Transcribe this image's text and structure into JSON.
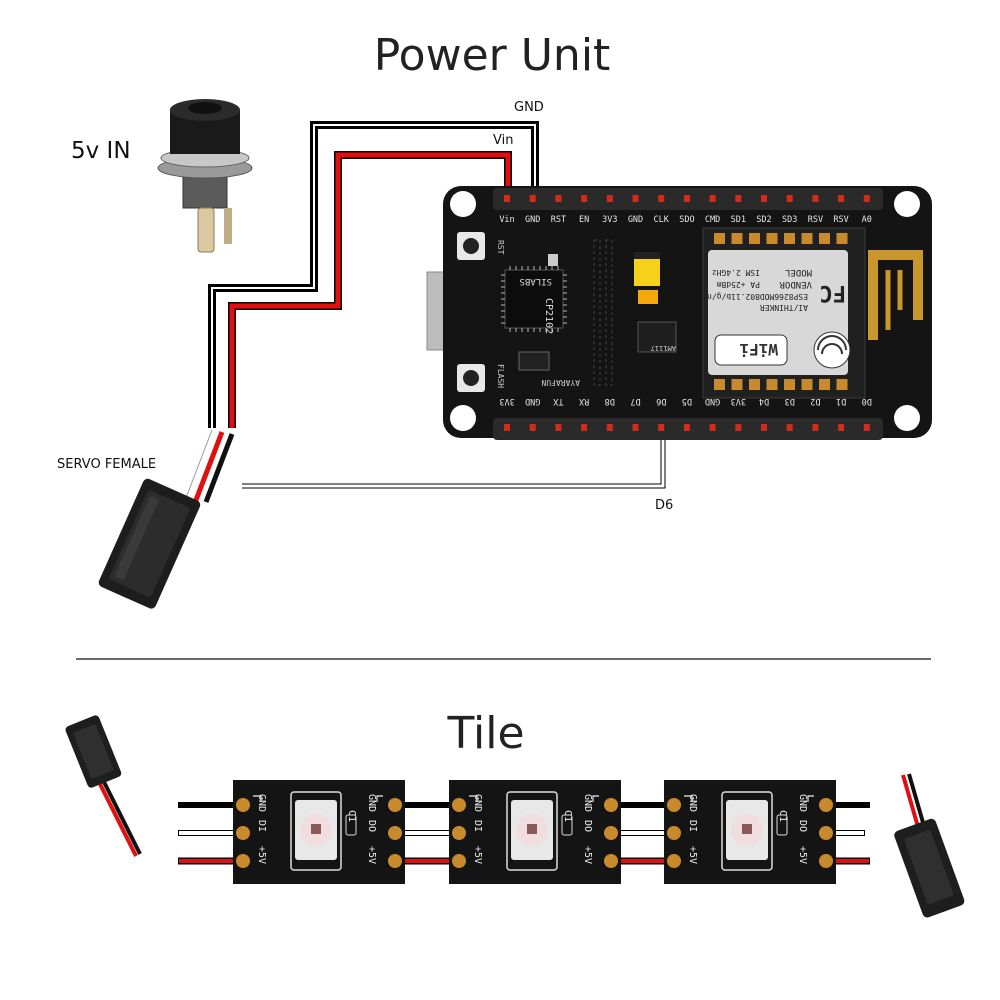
{
  "power_unit": {
    "title": "Power Unit",
    "labels": {
      "gnd": "GND",
      "vin": "Vin",
      "five_v_in": "5v IN",
      "servo_female": "SERVO FEMALE",
      "d6": "D6"
    },
    "board": {
      "top_pins": [
        "Vin",
        "GND",
        "RST",
        "EN",
        "3V3",
        "GND",
        "CLK",
        "SDO",
        "CMD",
        "SD1",
        "SD2",
        "SD3",
        "RSV",
        "RSV",
        "A0"
      ],
      "bottom_pins": [
        "3V3",
        "GND",
        "TX",
        "RX",
        "D8",
        "D7",
        "D6",
        "D5",
        "GND",
        "3V3",
        "D4",
        "D3",
        "D2",
        "D1",
        "D0"
      ],
      "chip_lines": [
        "SILABS",
        "CP2102"
      ],
      "button_rst": "RST",
      "button_flash": "FLASH",
      "brand": "AYARAFUN",
      "regulator": "AM1117",
      "module_lines": [
        "MODEL",
        "VENDOR",
        "ESP8266MOD",
        "AI/THINKER",
        "ISM 2.4GHz",
        "PA +25dBm",
        "802.11b/g/n"
      ],
      "fcc": "FC",
      "wifi": "WiFi"
    }
  },
  "tile": {
    "title": "Tile",
    "segments": [
      {
        "left": [
          "GND",
          "DI",
          "+5V"
        ],
        "right": [
          "GND",
          "DO",
          "+5V"
        ],
        "cap": "C1"
      },
      {
        "left": [
          "GND",
          "DI",
          "+5V"
        ],
        "right": [
          "GND",
          "DO",
          "+5V"
        ],
        "cap": "C1"
      },
      {
        "left": [
          "GND",
          "DI",
          "+5V"
        ],
        "right": [
          "GND",
          "DO",
          "+5V"
        ],
        "cap": "C1"
      }
    ]
  },
  "colors": {
    "wire_black": "#000000",
    "wire_red": "#e01010",
    "wire_white": "#ffffff",
    "pcb": "#141414",
    "pad": "#c98a2e",
    "pin_red": "#d12b1b"
  }
}
